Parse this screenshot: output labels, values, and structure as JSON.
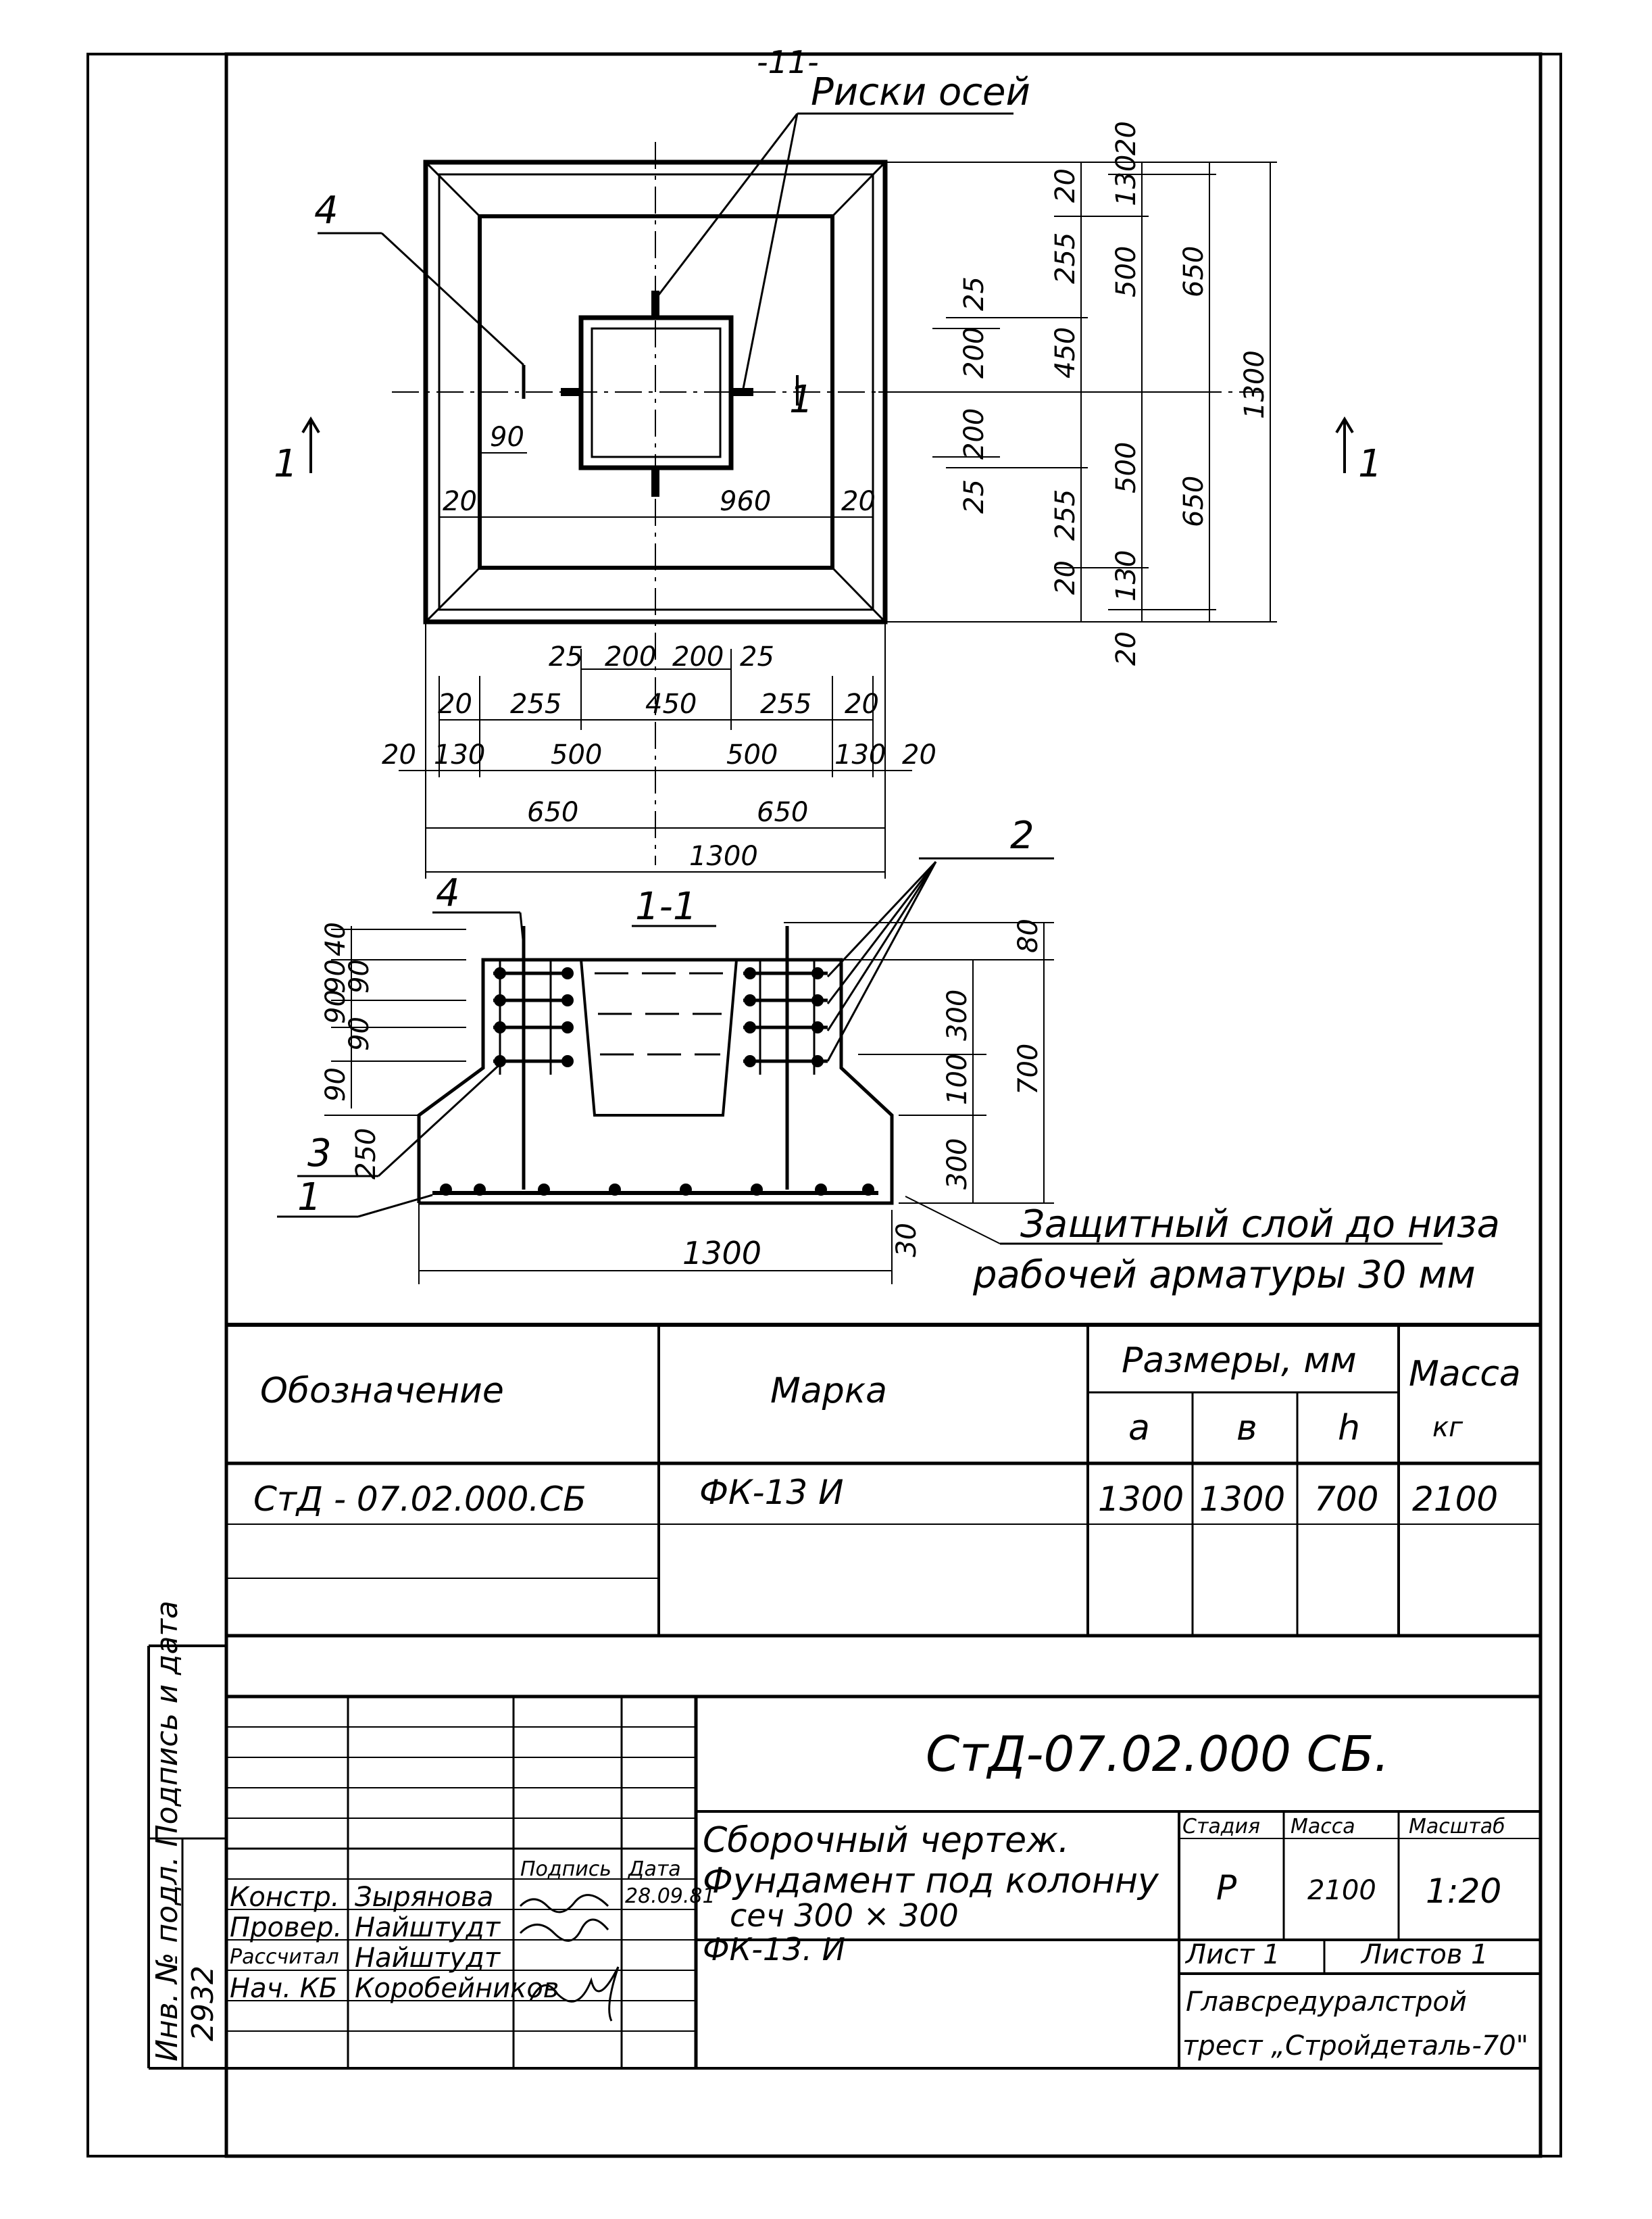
{
  "page_number": "-11-",
  "plan": {
    "axis_marks_label": "Риски осей",
    "callout_4": "4",
    "section_mark_left": "1",
    "section_mark_right": "1",
    "section_mark_center": "1",
    "inner_dims": {
      "d90": "90",
      "d20_left": "20",
      "d960": "960",
      "d20_right": "20"
    },
    "right_dims": [
      "20",
      "130",
      "20",
      "255",
      "500",
      "650",
      "25",
      "200",
      "450",
      "1300",
      "200",
      "500",
      "25",
      "255",
      "650",
      "20",
      "130",
      "20"
    ],
    "bottom_dims": {
      "row1": [
        "25",
        "200",
        "200",
        "25"
      ],
      "row2": [
        "20",
        "255",
        "450",
        "255",
        "20"
      ],
      "row3": [
        "20",
        "130",
        "500",
        "500",
        "130",
        "20"
      ],
      "row4": [
        "650",
        "650"
      ],
      "row5": [
        "1300"
      ]
    }
  },
  "section": {
    "title": "1-1",
    "callouts": [
      "4",
      "2",
      "3",
      "1"
    ],
    "left_dims": [
      "40",
      "90",
      "90",
      "90",
      "90",
      "90",
      "250"
    ],
    "right_dims": [
      "80",
      "300",
      "100",
      "700",
      "300",
      "30"
    ],
    "base_dim": "1300",
    "note_line1": "Защитный слой до низа",
    "note_line2": "рабочей арматуры 30 мм"
  },
  "spec_table": {
    "headers": {
      "designation": "Обозначение",
      "mark": "Марка",
      "dimensions": "Размеры, мм",
      "a": "а",
      "b": "в",
      "h": "h",
      "mass": "Масса",
      "mass_unit": "кг"
    },
    "rows": [
      {
        "designation": "СтД - 07.02.000.СБ",
        "mark": "ФК-13 И",
        "a": "1300",
        "b": "1300",
        "h": "700",
        "mass": "2100"
      }
    ]
  },
  "title_block": {
    "doc_code": "СтД-07.02.000 СБ.",
    "description": [
      "Сборочный чертеж.",
      "Фундамент под колонну",
      "сеч 300 × 300",
      "ФК-13. И"
    ],
    "col_signature": "Подпись",
    "col_date": "Дата",
    "people": [
      {
        "role": "Констр.",
        "name": "Зырянова",
        "date": "28.09.81"
      },
      {
        "role": "Провер.",
        "name": "Найштудт",
        "date": ""
      },
      {
        "role": "Рассчитал",
        "name": "Найштудт",
        "date": ""
      },
      {
        "role": "Нач. КБ",
        "name": "Коробейников",
        "date": ""
      }
    ],
    "stage_label": "Стадия",
    "mass_label": "Масса",
    "scale_label": "Масштаб",
    "stage": "Р",
    "mass": "2100",
    "scale": "1:20",
    "sheet_label": "Лист 1",
    "sheets_label": "Листов 1",
    "org_line1": "Главсредуралстрой",
    "org_line2": "трест „Стройдеталь-70\""
  },
  "side_stamp": {
    "label": "Инв. № подл. Подпись и дата",
    "number": "2932"
  }
}
